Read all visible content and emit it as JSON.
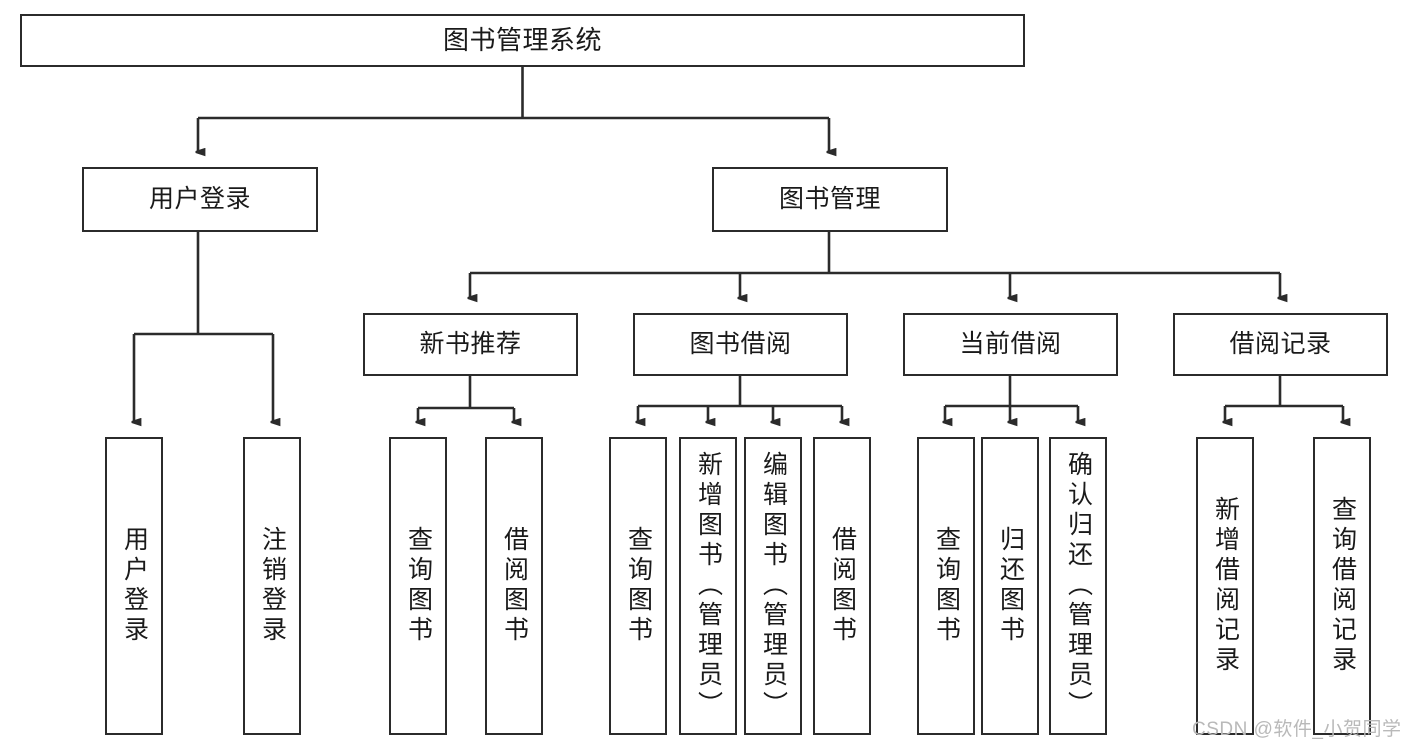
{
  "diagram": {
    "type": "tree-hierarchy-flowchart",
    "root": {
      "id": "root",
      "label": "图书管理系统"
    },
    "level2": [
      {
        "id": "user-login",
        "label": "用户登录"
      },
      {
        "id": "book-management",
        "label": "图书管理"
      }
    ],
    "level3": [
      {
        "id": "new-book-recommend",
        "label": "新书推荐",
        "parent": "book-management"
      },
      {
        "id": "book-borrow",
        "label": "图书借阅",
        "parent": "book-management"
      },
      {
        "id": "current-borrow",
        "label": "当前借阅",
        "parent": "book-management"
      },
      {
        "id": "borrow-record",
        "label": "借阅记录",
        "parent": "book-management"
      }
    ],
    "leaves": {
      "user-login": [
        {
          "id": "leaf-user-login",
          "label": "用户登录"
        },
        {
          "id": "leaf-user-logout",
          "label": "注销登录"
        }
      ],
      "new-book-recommend": [
        {
          "id": "leaf-query-book-1",
          "label": "查询图书"
        },
        {
          "id": "leaf-borrow-book-1",
          "label": "借阅图书"
        }
      ],
      "book-borrow": [
        {
          "id": "leaf-query-book-2",
          "label": "查询图书"
        },
        {
          "id": "leaf-add-book",
          "label": "新增图书（管理员）"
        },
        {
          "id": "leaf-edit-book",
          "label": "编辑图书（管理员）"
        },
        {
          "id": "leaf-borrow-book-2",
          "label": "借阅图书"
        }
      ],
      "current-borrow": [
        {
          "id": "leaf-query-book-3",
          "label": "查询图书"
        },
        {
          "id": "leaf-return-book",
          "label": "归还图书"
        },
        {
          "id": "leaf-confirm-return",
          "label": "确认归还（管理员）"
        }
      ],
      "borrow-record": [
        {
          "id": "leaf-add-record",
          "label": "新增借阅记录"
        },
        {
          "id": "leaf-query-record",
          "label": "查询借阅记录"
        }
      ]
    }
  },
  "watermark": {
    "text": "CSDN @软件_小贺同学"
  },
  "colors": {
    "border": "#2b2b2b",
    "background": "#ffffff",
    "text": "#1a1a1a",
    "watermark": "#b9b9b9"
  }
}
